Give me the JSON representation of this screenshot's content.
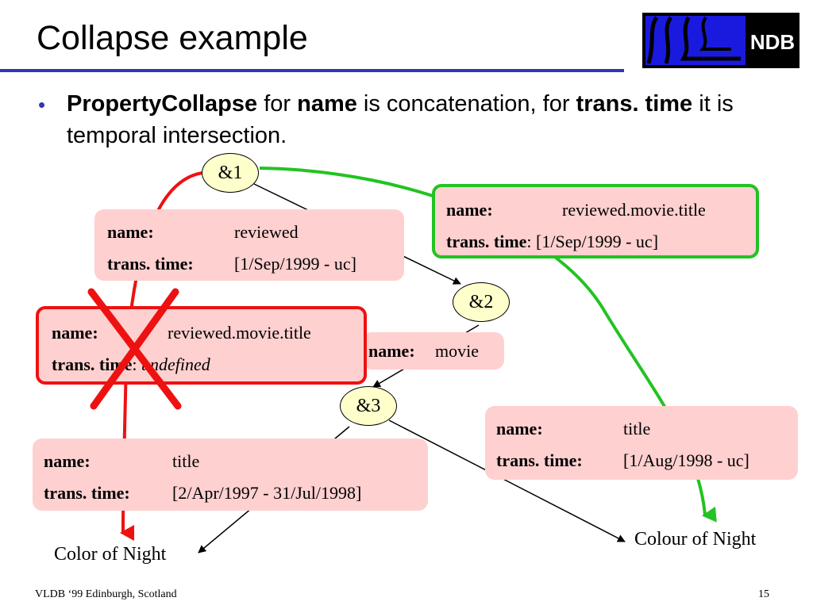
{
  "slide": {
    "title": "Collapse example",
    "logo_text": "NDB",
    "footer_left": "VLDB ‘99 Edinburgh, Scotland",
    "page_number": "15"
  },
  "bullet": {
    "term1": "PropertyCollapse",
    "t2": " for ",
    "term2": "name",
    "t3": " is concatenation, for ",
    "term3": "trans. time",
    "t4": " it is temporal intersection."
  },
  "nodes": {
    "n1": "&1",
    "n2": "&2",
    "n3": "&3"
  },
  "boxes": {
    "reviewed": {
      "name_label": "name:",
      "name_value": "reviewed",
      "time_label": "trans. time:",
      "time_value": "[1/Sep/1999 - uc]"
    },
    "collapsed_green": {
      "name_label": "name:",
      "name_value": "reviewed.movie.title",
      "time_label": "trans. time",
      "time_sep": ":",
      "time_value": "[1/Sep/1999 - uc]"
    },
    "collapsed_red": {
      "name_label": "name:",
      "name_value": "reviewed.movie.title",
      "time_label": "trans. time",
      "time_sep": ":",
      "time_value": "undefined"
    },
    "movie": {
      "name_label": "name:",
      "name_value": "movie"
    },
    "title_left": {
      "name_label": "name:",
      "name_value": "title",
      "time_label": "trans. time:",
      "time_value": "[2/Apr/1997 - 31/Jul/1998]"
    },
    "title_right": {
      "name_label": "name:",
      "name_value": "title",
      "time_label": "trans. time:",
      "time_value": "[1/Aug/1998 - uc]"
    }
  },
  "leaves": {
    "left": "Color of Night",
    "right": "Colour of Night"
  },
  "colors": {
    "accent": "#2e36b8",
    "edge_box": "#ffd0d0",
    "node_fill": "#ffffcc",
    "green": "#22c322",
    "red": "#ee1111"
  }
}
